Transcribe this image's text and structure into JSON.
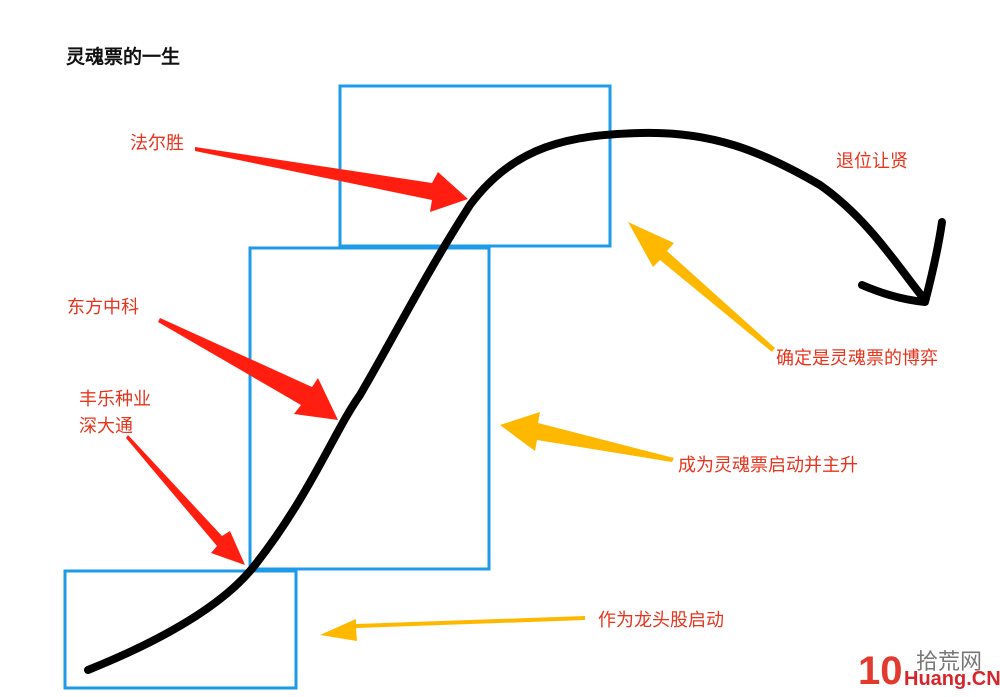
{
  "title": "灵魂票的一生",
  "labels": {
    "farsheng": "法尔胜",
    "dongfang": "东方中科",
    "fengle": "丰乐种业",
    "shenda": "深大通",
    "tuiwei": "退位让贤",
    "queding": "确定是灵魂票的博弈",
    "chengwei": "成为灵魂票启动并主升",
    "zuowei": "作为龙头股启动"
  },
  "watermark": {
    "logo_text": "10",
    "site_cn": "拾荒网",
    "site_en": "Huang.CN"
  },
  "colors": {
    "red_arrow": "#ff1e10",
    "orange_arrow": "#ffb800",
    "box": "#1e9be8",
    "curve": "#000000",
    "label_text": "#e8341c"
  }
}
